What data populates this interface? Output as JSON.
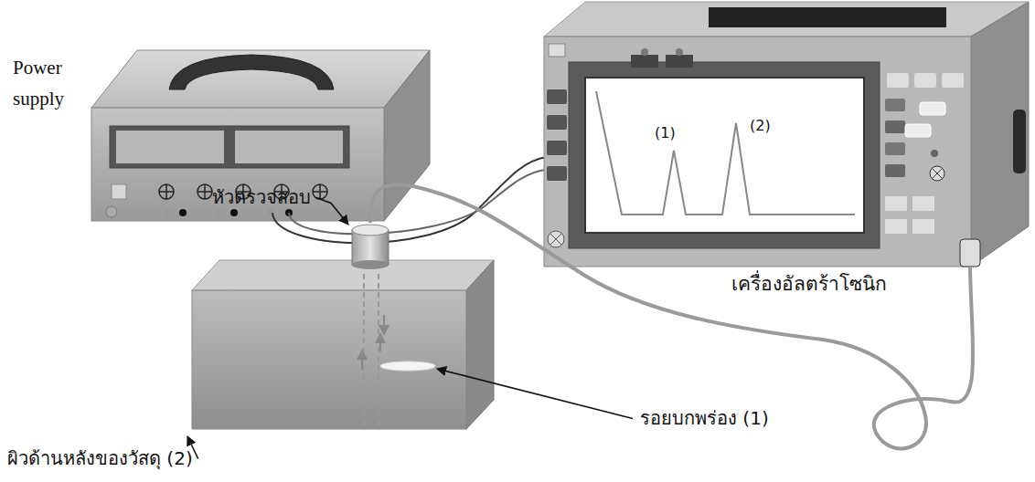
{
  "diagram": {
    "labels": [
      "Power supply",
      "(1)",
      "(2)",
      "เครื่องอัลตร้าโซนิก",
      "หัวตรวจสอบ",
      "รอยบกพร่อง (1)",
      "ผิวด้านหลังของวัสดุ (2)"
    ]
  }
}
